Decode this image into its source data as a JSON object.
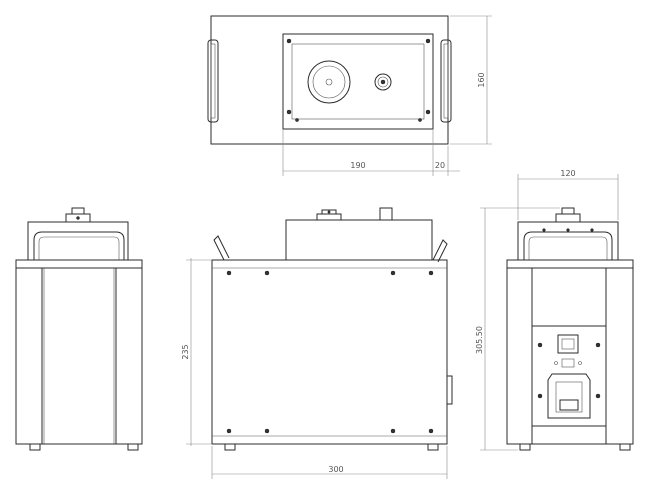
{
  "drawing": {
    "dimensions": {
      "top_width": "190",
      "top_offset": "20",
      "top_depth": "160",
      "right_width": "120",
      "total_height": "305.50",
      "body_height": "235",
      "body_width": "300"
    }
  }
}
